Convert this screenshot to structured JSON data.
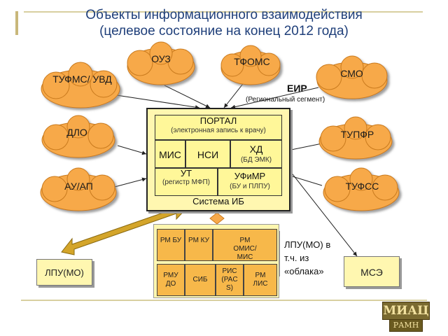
{
  "title": {
    "line1": "Объекты информационного взаимодействия",
    "line2": "(целевое состояние на конец 2012 года)"
  },
  "clouds": {
    "oz": "ОУЗ",
    "tfoms": "ТФОМС",
    "tufms": "ТУФМС/ УВД",
    "smo": "СМО",
    "dlo": "ДЛО",
    "tupfr": "ТУПФР",
    "auap": "АУ/АП",
    "tufss": "ТУФСС"
  },
  "eir": {
    "label": "ЕИР",
    "sub": "(Региональный сегмент)"
  },
  "center": {
    "portal": "ПОРТАЛ",
    "portal_sub": "(электронная запись к врачу)",
    "mis": "МИС",
    "nsi": "НСИ",
    "hd": "ХД",
    "hd_sub": "(БД ЭМК)",
    "ut": "УТ",
    "ut_sub": "(регистр МФП)",
    "ufimr": "УФиМР",
    "ufimr_sub": "(БУ и ПЛПУ)",
    "system": "Система ИБ"
  },
  "rm": {
    "rm_bu": "РМ БУ",
    "rm_ku": "РМ КУ",
    "rm_omis": "РМ ОМИС/МИС",
    "rmu_do": "РМУ ДО",
    "sib": "СИБ",
    "ris": "РИС (PAC S)",
    "rm_lis": "РМ ЛИС"
  },
  "side": {
    "lpu_left": "ЛПУ(МО)",
    "lpu_cloud_text": "ЛПУ(МО) в т.ч. из «облака»",
    "mse": "МСЭ"
  },
  "logo": {
    "top": "МИАЦ",
    "bottom": "РАМН"
  },
  "colors": {
    "cloud": "#f7a94a",
    "center_bg": "#fff7b0",
    "rm_bg": "#f7b84a",
    "title": "#1f3f7a",
    "arrow": "#d4a52a"
  }
}
